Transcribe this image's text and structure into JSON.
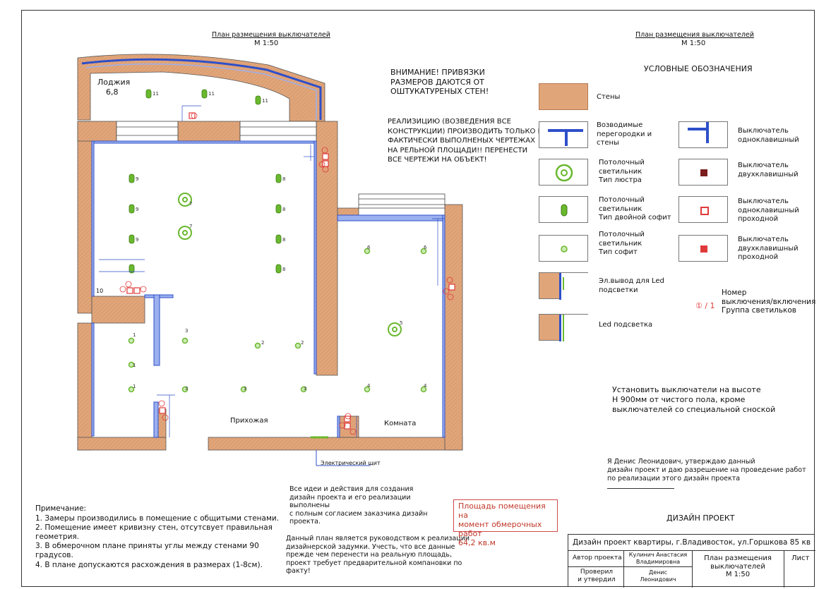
{
  "plan": {
    "title": "План размещения выключателей",
    "scale": "М 1:50",
    "rooms": {
      "loggia": "Лоджия",
      "loggia_area": "6,8",
      "hall": "Прихожая",
      "room": "Комната"
    },
    "panel_label": "Электрический щит",
    "corner_label": "10"
  },
  "notice": {
    "warning": "ВНИМАНИЕ! ПРИВЯЗКИ\nРАЗМЕРОВ ДАЮТСЯ ОТ\nОШТУКАТУРЕНЫХ СТЕН!",
    "instruction": "РЕАЛИЗИЦИЮ (ВОЗВЕДЕНИЯ ВСЕ\nКОНСТРУКЦИИ) ПРОИЗВОДИТЬ ТОЛЬКО ПО\nФАКТИЧЕСКИ ВЫПОЛНЕНЫХ ЧЕРТЕЖАХ\nНА РЕЛЬНОЙ ПЛОЩАДИ!! ПЕРЕНЕСТИ\nВСЕ ЧЕРТЕЖИ НА ОБЪЕКТ!"
  },
  "legend": {
    "title": "План размещения выключателей",
    "scale": "М 1:50",
    "heading": "УСЛОВНЫЕ ОБОЗНАЧЕНИЯ",
    "items": [
      {
        "label": "Стены"
      },
      {
        "label": "Возводимые\nперегородки и\nстены"
      },
      {
        "label": "Потолочный\nсветильник\nТип люстра"
      },
      {
        "label": "Потолочный\nсветильник\nТип двойной софит"
      },
      {
        "label": "Потолочный\nсветильник\nТип софит"
      },
      {
        "label": "Эл.вывод для Led\nподсветки"
      },
      {
        "label": "Led подсветка"
      },
      {
        "label": "Выключатель\nодноклавишный"
      },
      {
        "label": "Выключатель\nдвухклавишный"
      },
      {
        "label": "Выключатель\nодноклавишный\nпроходной"
      },
      {
        "label": "Выключатель\nдвухклавишный\nпроходной"
      }
    ],
    "group_symbol": "① / 1",
    "group_label": "Номер\nвыключения/включения\nГруппа светильков"
  },
  "install_note": "Установить выключатели на высоте\nН 900мм от чистого пола, кроме\nвыключателей со специальной сноской",
  "approval": {
    "line1": "Я            Денис Леонидович, утверждаю данный",
    "line2": "дизайн проект и даю разрешение на проведение работ",
    "line3": "по реализации этого дизайн проекта"
  },
  "notes": {
    "heading": "Примечание:",
    "items": [
      "1.  Замеры производились в помещение с общитыми стенами.",
      "2.  Помещение имеет кривизну стен, отсутсвует правильная",
      "геометрия.",
      "3.  В обмерочном плане приняты углы между стенами 90",
      "градусов.",
      "4.  В плане допускаются расхождения в размерах (1-8см)."
    ]
  },
  "ideas_note": "Все идеи и действия для создания\nдизайн проекта и его реализации\nвыполнены\nс полным согласием заказчика дизайн\nпроекта.",
  "plan_note": "Данный план является руководством к реализации\nдизайнерской задумки. Учесть, что все данные\nпрежде чем   перенести на реальную площадь,\nпроект требует предварительной компановки по\nфакту!",
  "area": {
    "text": "Площадь помещения на\nмомент обмерочных работ\n64,2  кв.м"
  },
  "stamp": {
    "heading": "ДИЗАЙН ПРОЕКТ",
    "project": "Дизайн проект квартиры, г.Владивосток, ул.Горшкова 85 кв",
    "author_label": "Автор проекта",
    "author_name": "Кулинич Анастасия\nВладимировна",
    "approved_label": "Проверил\nи утвердил",
    "approved_name": "Денис\nЛеонидович",
    "sheet_title": "План размещения\nвыключателей\nМ 1:50",
    "sheet_label": "Лист"
  },
  "colors": {
    "wall": "#e1a57a",
    "partition": "#4a66d8",
    "light": "#6ab82e",
    "switch": "#e03a3a",
    "border": "#333333"
  }
}
